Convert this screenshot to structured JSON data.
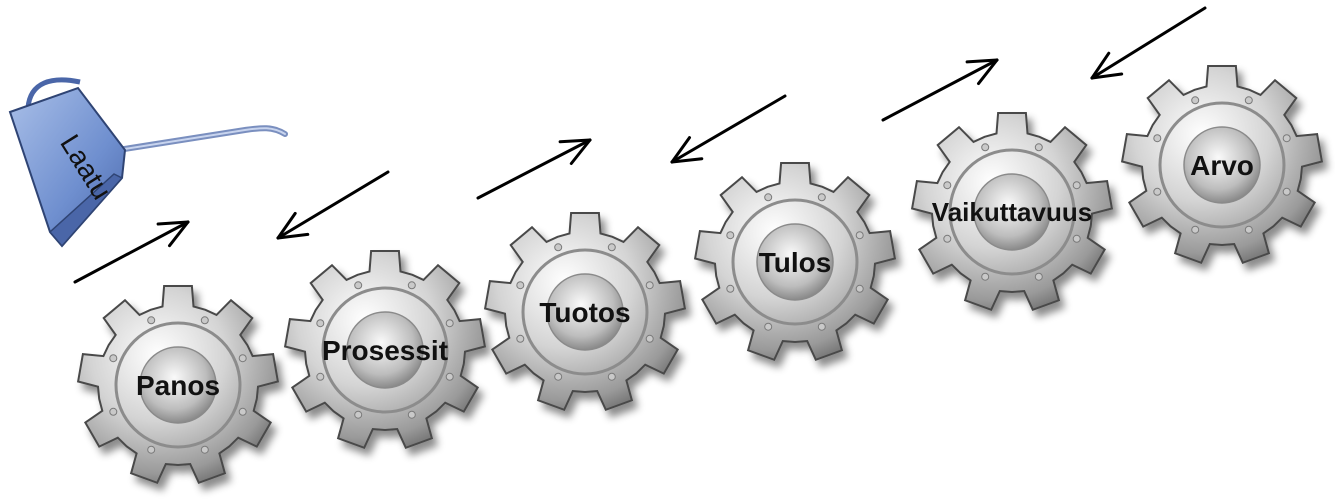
{
  "oil_can": {
    "label": "Laatu",
    "color": "#6f8fcf"
  },
  "gears": [
    {
      "label": "Panos"
    },
    {
      "label": "Prosessit"
    },
    {
      "label": "Tuotos"
    },
    {
      "label": "Tulos"
    },
    {
      "label": "Vaikuttavuus"
    },
    {
      "label": "Arvo"
    }
  ],
  "arrows": [
    {
      "direction": "forward"
    },
    {
      "direction": "backward"
    },
    {
      "direction": "forward"
    },
    {
      "direction": "backward"
    },
    {
      "direction": "forward"
    },
    {
      "direction": "backward"
    }
  ],
  "colors": {
    "gear_light": "#f2f2f2",
    "gear_dark": "#5a5a5a",
    "arrow": "#000000",
    "text": "#111111"
  }
}
